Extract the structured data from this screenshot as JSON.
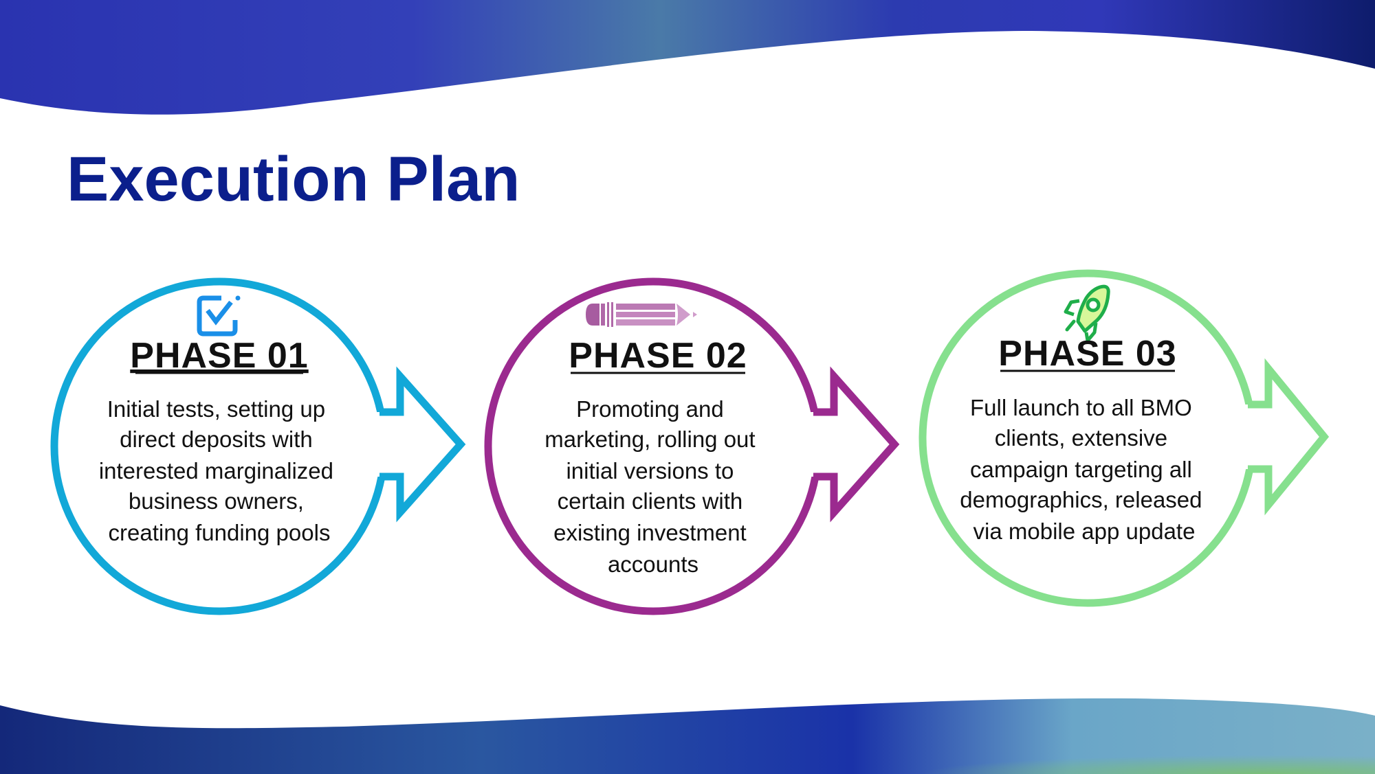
{
  "slide": {
    "title": "Execution Plan",
    "colors": {
      "title": "#0b1f8c",
      "phase1": "#12a8d8",
      "phase2": "#9b2a8f",
      "phase3": "#86e08e"
    },
    "phases": [
      {
        "heading": "PHASE 01",
        "icon": "checkbox-icon",
        "lines": [
          "Initial tests, setting up",
          "direct deposits with",
          "interested marginalized",
          "business owners,",
          "creating funding pools"
        ]
      },
      {
        "heading": "PHASE 02",
        "icon": "pencil-icon",
        "lines": [
          "Promoting and",
          "marketing, rolling out",
          "initial versions to",
          "certain clients with",
          "existing investment",
          "accounts"
        ]
      },
      {
        "heading": "PHASE 03",
        "icon": "rocket-icon",
        "lines": [
          "Full launch to all BMO",
          "clients, extensive",
          "campaign targeting all",
          "demographics, released",
          "via mobile app update"
        ]
      }
    ]
  }
}
